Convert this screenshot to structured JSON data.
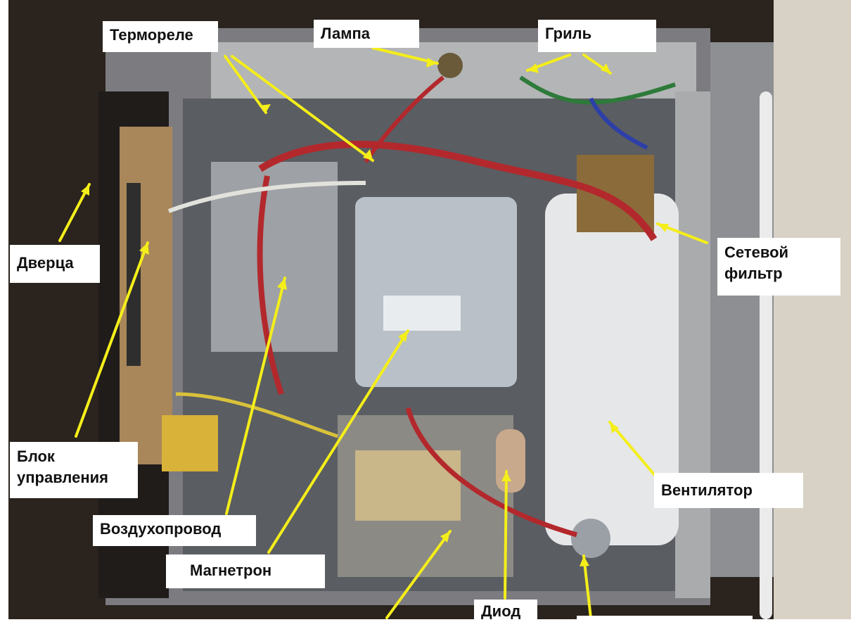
{
  "labels": {
    "termorele": "Термореле",
    "lampa": "Лампа",
    "gril": "Гриль",
    "dvertsa": "Дверца",
    "setevoy_filtr": [
      "Сетевой",
      "фильтр"
    ],
    "blok_upravleniya": [
      "Блок",
      "управления"
    ],
    "ventilyator": "Вентилятор",
    "vozduhoprovod": "Воздухопровод",
    "magnetron": "Магнетрон",
    "diod": "Диод"
  },
  "colors": {
    "arrow": "#f4ee1a",
    "label_background": "#ffffff",
    "label_text": "#111111"
  }
}
